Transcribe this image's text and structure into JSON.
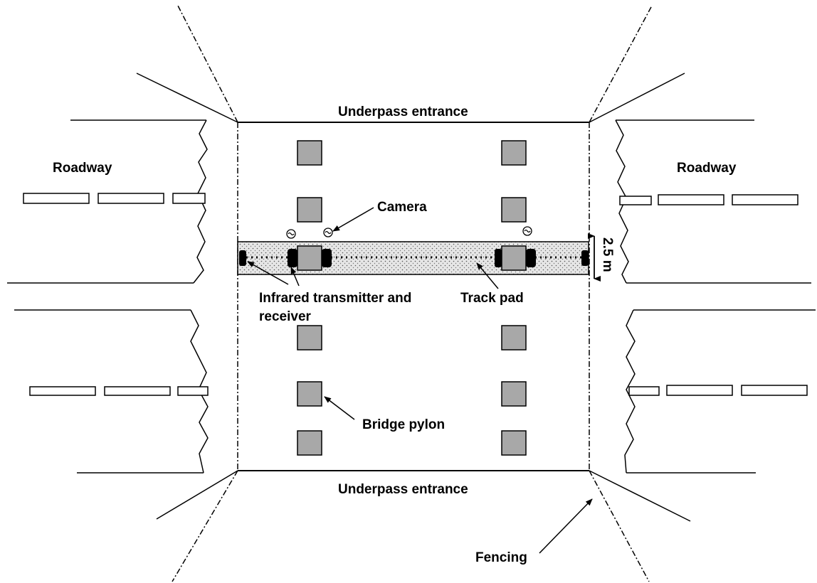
{
  "labels": {
    "underpass_top": "Underpass entrance",
    "underpass_bottom": "Underpass entrance",
    "roadway_left": "Roadway",
    "roadway_right": "Roadway",
    "camera": "Camera",
    "infrared_line1": "Infrared transmitter and",
    "infrared_line2": "receiver",
    "track_pad": "Track pad",
    "dimension": "2.5 m",
    "bridge_pylon": "Bridge pylon",
    "fencing": "Fencing"
  },
  "colors": {
    "pylon_fill": "#a8a8a8",
    "track_pad_fill": "#e6e6e6",
    "stroke": "#000000"
  },
  "icons": {
    "camera": "camera-icon",
    "infrared_device": "infrared-device-icon",
    "pylon": "pylon-square"
  }
}
